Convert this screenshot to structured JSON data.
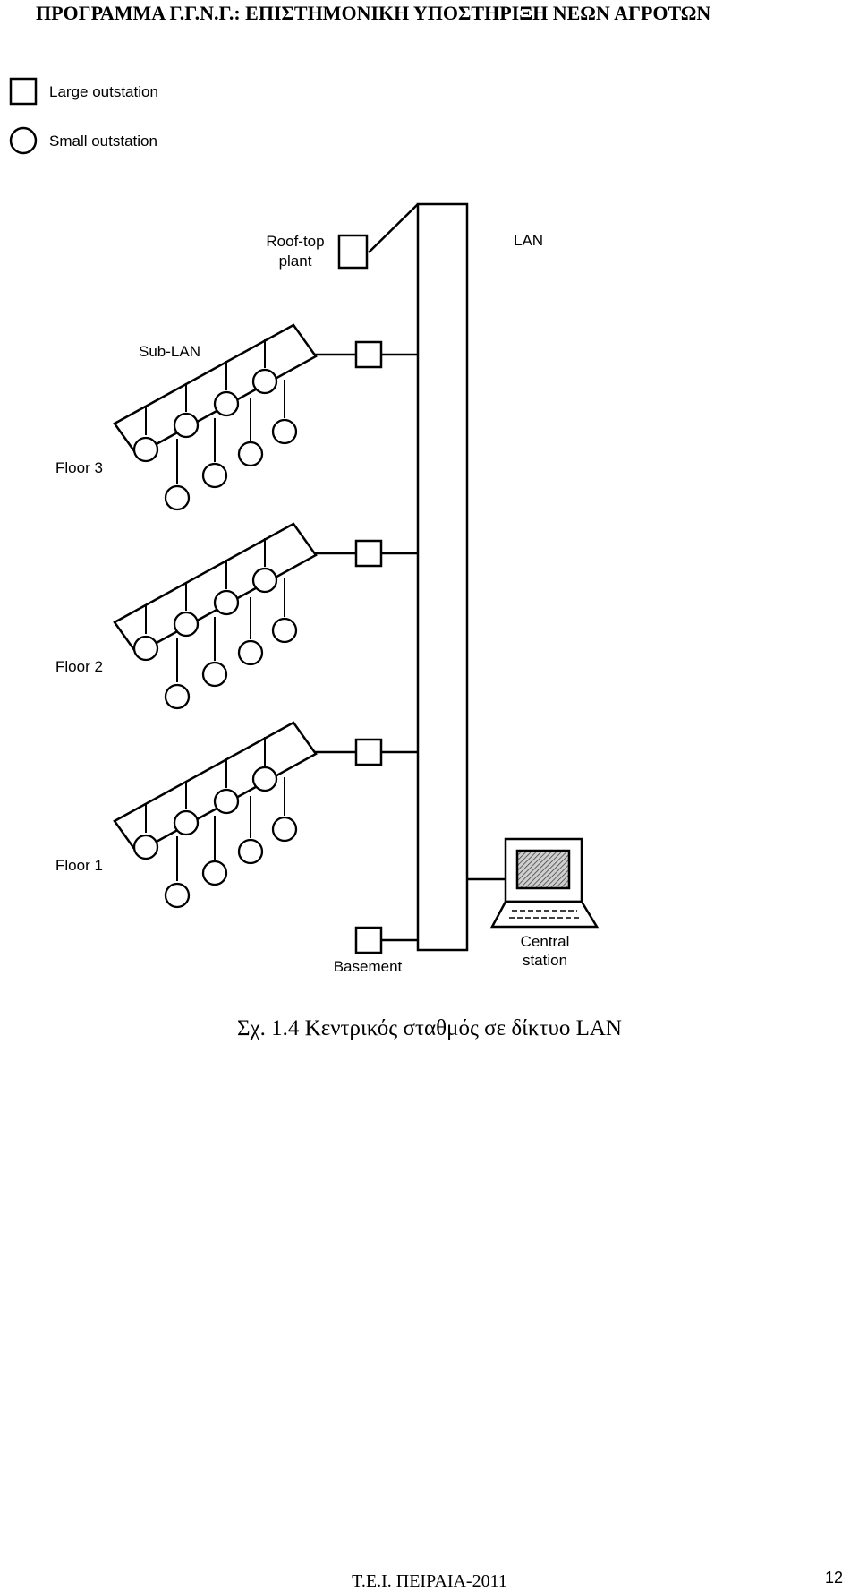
{
  "header": {
    "title": "ΠΡΟΓΡΑΜΜΑ Γ.Γ.Ν.Γ.: ΕΠΙΣΤΗΜΟΝΙΚΗ ΥΠΟΣΤΗΡΙΞΗ ΝΕΩΝ ΑΓΡΟΤΩΝ"
  },
  "figure": {
    "legend": {
      "large_outstation": "Large outstation",
      "small_outstation": "Small outstation"
    },
    "labels": {
      "roof_top_line1": "Roof-top",
      "roof_top_line2": "plant",
      "lan": "LAN",
      "sub_lan": "Sub-LAN",
      "floor3": "Floor 3",
      "floor2": "Floor 2",
      "floor1": "Floor 1",
      "basement": "Basement",
      "central_line1": "Central",
      "central_line2": "station"
    }
  },
  "caption": "Σχ. 1.4 Κεντρικός σταθμός σε δίκτυο LAN",
  "page_number": "12",
  "footer": "Τ.Ε.Ι. ΠΕΙΡΑΙΑ-2011"
}
